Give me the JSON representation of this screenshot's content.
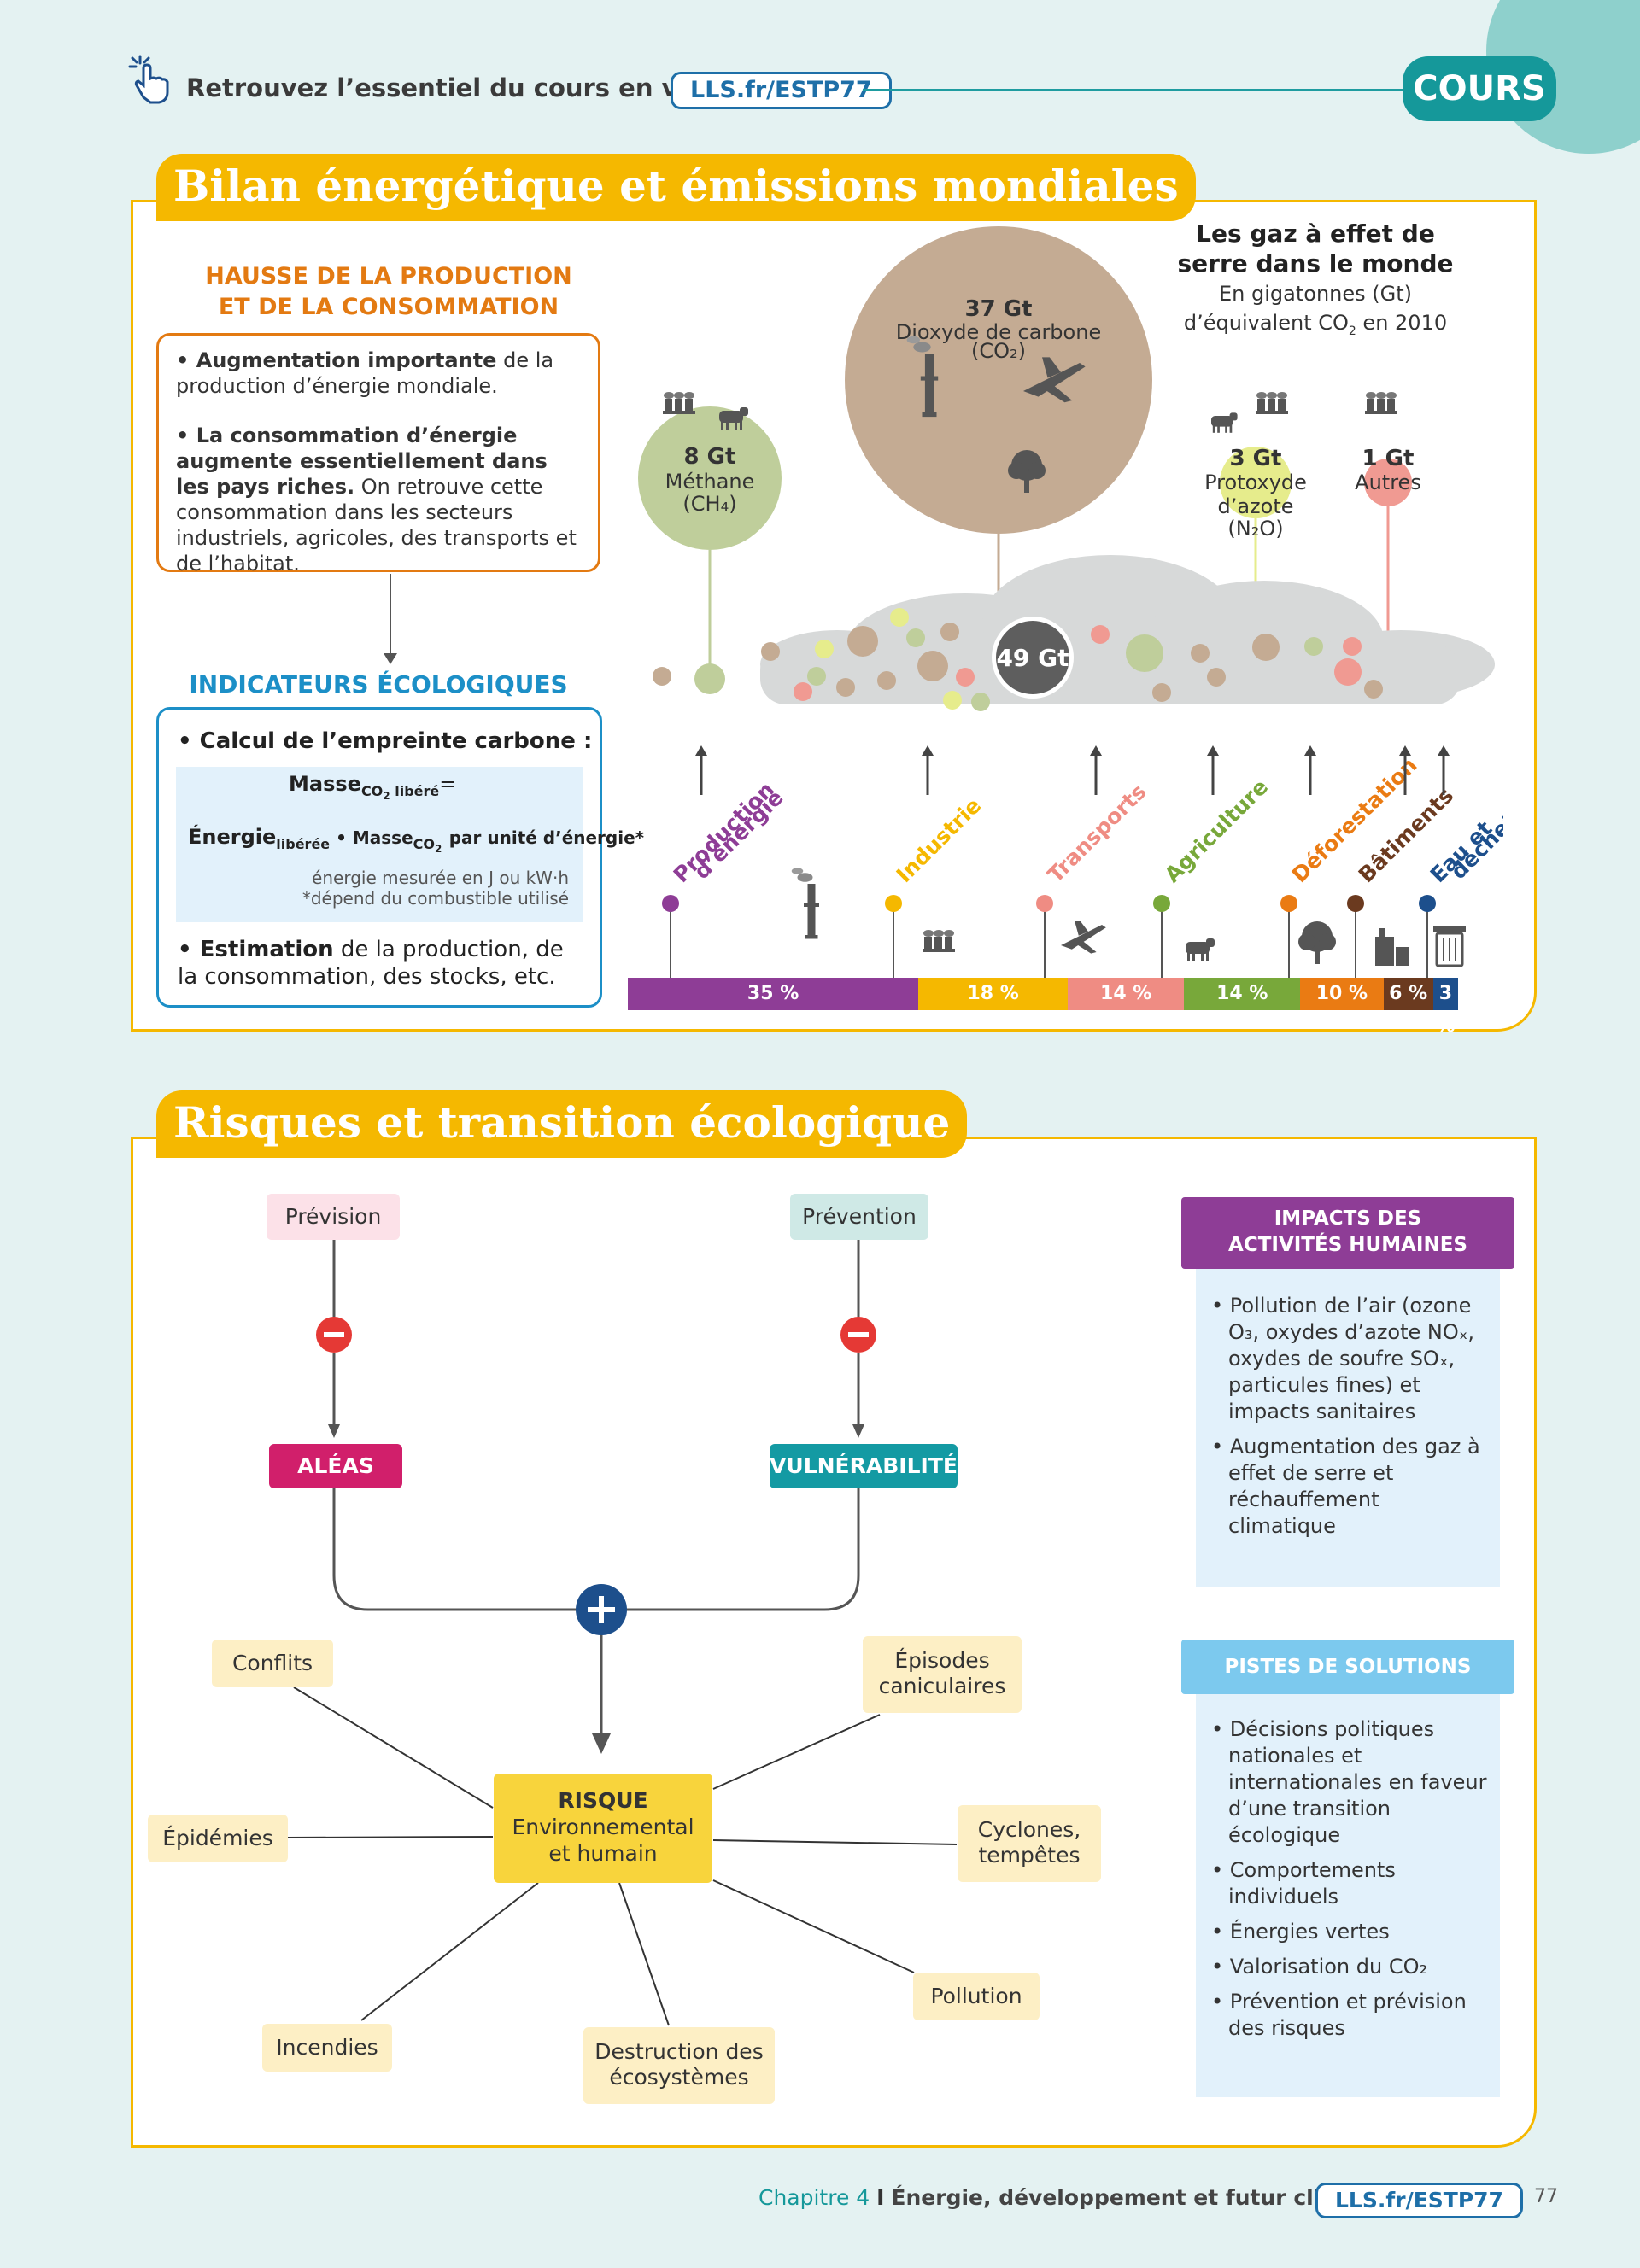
{
  "header": {
    "video_text": "Retrouvez l’essentiel du cours en vidéo sur",
    "link": "LLS.fr/ESTP77",
    "badge": "COURS"
  },
  "section1": {
    "title": "Bilan énergétique et émissions mondiales",
    "left": {
      "box1_title": "HAUSSE DE LA PRODUCTION ET DE LA CONSOMMATION",
      "b1_bold": "• Augmentation importante",
      "b1_rest": " de la production d’énergie mondiale.",
      "b2_bold": "• La consommation d’énergie augmente essentiellement dans les pays riches.",
      "b2_rest": " On retrouve cette consommation dans les secteurs industriels, agricoles, des transports et de l’habitat.",
      "box2_title": "INDICATEURS ÉCOLOGIQUES",
      "calc_title": "• Calcul de l’empreinte carbone :",
      "f_masse": "Masse",
      "f_co2": "CO",
      "f_two": "2",
      "f_libere": "libéré",
      "f_eq": "=",
      "f_energie": "Énergie",
      "f_liberee": "libérée",
      "f_dot_masse": "• Masse",
      "f_per_unit": "par unité d’énergie*",
      "note1": "énergie mesurée en J ou kW·h",
      "note2": "*dépend du combustible utilisé",
      "est_bold": "• Estimation",
      "est_rest": " de la production, de la consommation, des stocks, etc."
    },
    "chart": {
      "title": "Les gaz à effet de serre dans le monde",
      "subtitle_1": "En gigatonnes (Gt)",
      "subtitle_2a": "d’équivalent CO",
      "subtitle_2_sub": "2",
      "subtitle_2b": " en 2010",
      "total": "49 Gt"
    },
    "chart_data": [
      {
        "type": "bubble",
        "title": "Les gaz à effet de serre dans le monde",
        "unit": "En gigatonnes (Gt) d’équivalent CO2 en 2010",
        "total": 49,
        "series": [
          {
            "name": "Dioxyde de carbone (CO2)",
            "value": 37,
            "label": "37 Gt",
            "color": "#c4ab93"
          },
          {
            "name": "Méthane (CH4)",
            "value": 8,
            "label": "8 Gt",
            "color": "#bfce9b"
          },
          {
            "name": "Protoxyde d’azote (N2O)",
            "value": 3,
            "label": "3 Gt",
            "color": "#e6ec8c"
          },
          {
            "name": "Autres",
            "value": 1,
            "label": "1 Gt",
            "color": "#f09a92"
          }
        ]
      },
      {
        "type": "bar",
        "orientation": "horizontal-stacked",
        "unit": "%",
        "categories": [
          "Production d’énergie",
          "Industrie",
          "Transports",
          "Agriculture",
          "Déforestation",
          "Bâtiments",
          "Eau et déchets"
        ],
        "values": [
          35,
          18,
          14,
          14,
          10,
          6,
          3
        ],
        "labels": [
          "35 %",
          "18 %",
          "14 %",
          "14 %",
          "10 %",
          "6 %",
          "3 %"
        ],
        "colors": [
          "#8e3d96",
          "#f5b800",
          "#ef8c83",
          "#78a83a",
          "#ea7b13",
          "#6b3a1f",
          "#1d4f8c"
        ]
      }
    ]
  },
  "section2": {
    "title": "Risques et transition écologique",
    "prevision": "Prévision",
    "prevention": "Prévention",
    "aleas": "ALÉAS",
    "vulnerabilite": "VULNÉRABILITÉ",
    "risque_title": "RISQUE",
    "risque_l1": "Environnemental",
    "risque_l2": "et humain",
    "conflits": "Conflits",
    "episodes_1": "Épisodes",
    "episodes_2": "caniculaires",
    "epidemies": "Épidémies",
    "cyclones_1": "Cyclones,",
    "cyclones_2": "tempêtes",
    "pollution": "Pollution",
    "incendies": "Incendies",
    "destruction_1": "Destruction des",
    "destruction_2": "écosystèmes",
    "impacts_title": "IMPACTS DES ACTIVITÉS HUMAINES",
    "impacts": [
      "Pollution de l’air (ozone O₃, oxydes d’azote NOₓ, oxydes de soufre SOₓ, particules fines) et impacts sanitaires",
      "Augmentation des gaz à effet de serre et réchauffement climatique"
    ],
    "solutions_title": "PISTES DE SOLUTIONS",
    "solutions": [
      "Décisions politiques nationales et internationales en faveur d’une transition écologique",
      "Comportements individuels",
      "Énergies vertes",
      "Valorisation du CO₂",
      "Prévention et prévision des risques"
    ]
  },
  "footer": {
    "chapter": "Chapitre 4",
    "sep": "I",
    "title": "Énergie, développement et futur climatique",
    "link": "LLS.fr/ESTP77",
    "page": "77"
  }
}
